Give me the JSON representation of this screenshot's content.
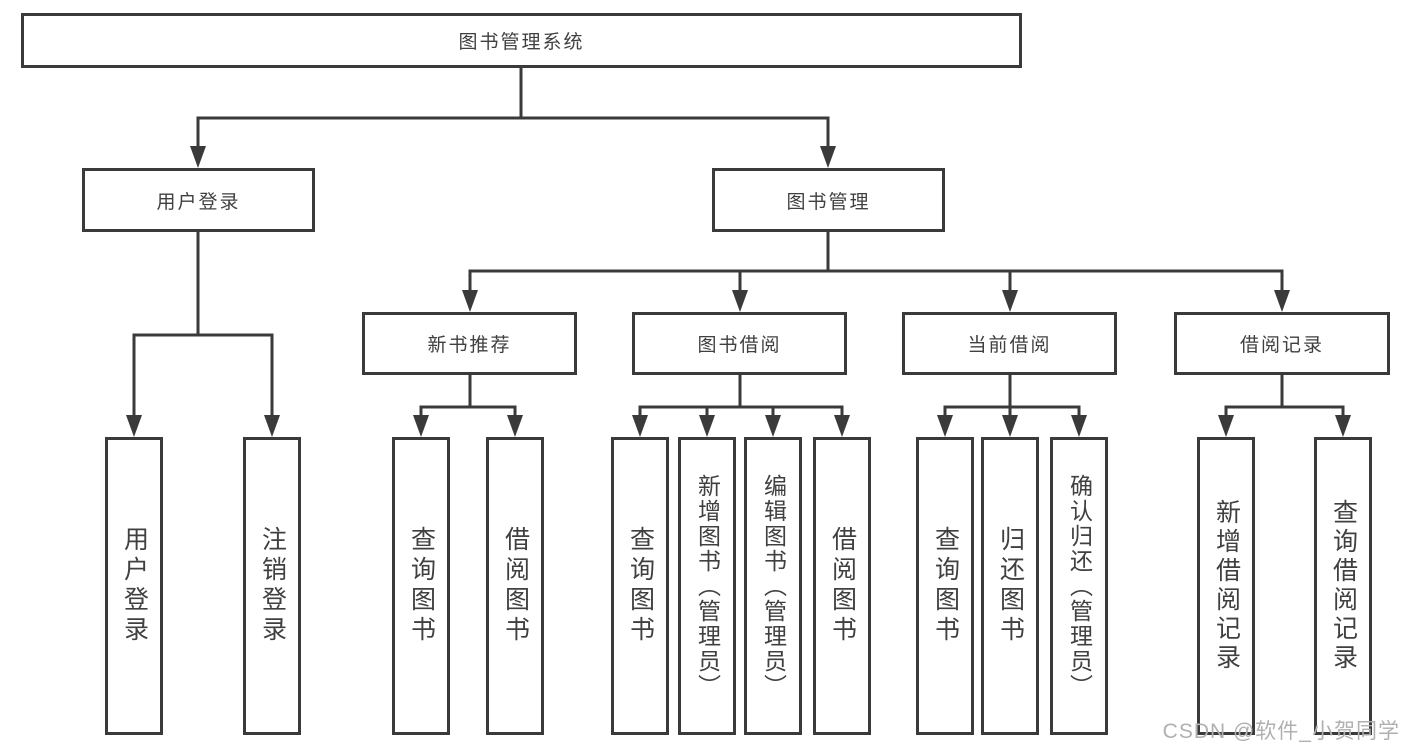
{
  "tree": {
    "label": "图书管理系统",
    "children": [
      {
        "label": "用户登录",
        "children": [
          {
            "label": "用户登录"
          },
          {
            "label": "注销登录"
          }
        ]
      },
      {
        "label": "图书管理",
        "children": [
          {
            "label": "新书推荐",
            "children": [
              {
                "label": "查询图书"
              },
              {
                "label": "借阅图书"
              }
            ]
          },
          {
            "label": "图书借阅",
            "children": [
              {
                "label": "查询图书"
              },
              {
                "label": "新增图书（管理员）"
              },
              {
                "label": "编辑图书（管理员）"
              },
              {
                "label": "借阅图书"
              }
            ]
          },
          {
            "label": "当前借阅",
            "children": [
              {
                "label": "查询图书"
              },
              {
                "label": "归还图书"
              },
              {
                "label": "确认归还（管理员）"
              }
            ]
          },
          {
            "label": "借阅记录",
            "children": [
              {
                "label": "新增借阅记录"
              },
              {
                "label": "查询借阅记录"
              }
            ]
          }
        ]
      }
    ]
  },
  "watermark": "CSDN @软件_小贺同学",
  "colors": {
    "line": "#3a3a3a",
    "text": "#404040",
    "box_fill": "#ffffff",
    "watermark": "#b0b0b0"
  }
}
